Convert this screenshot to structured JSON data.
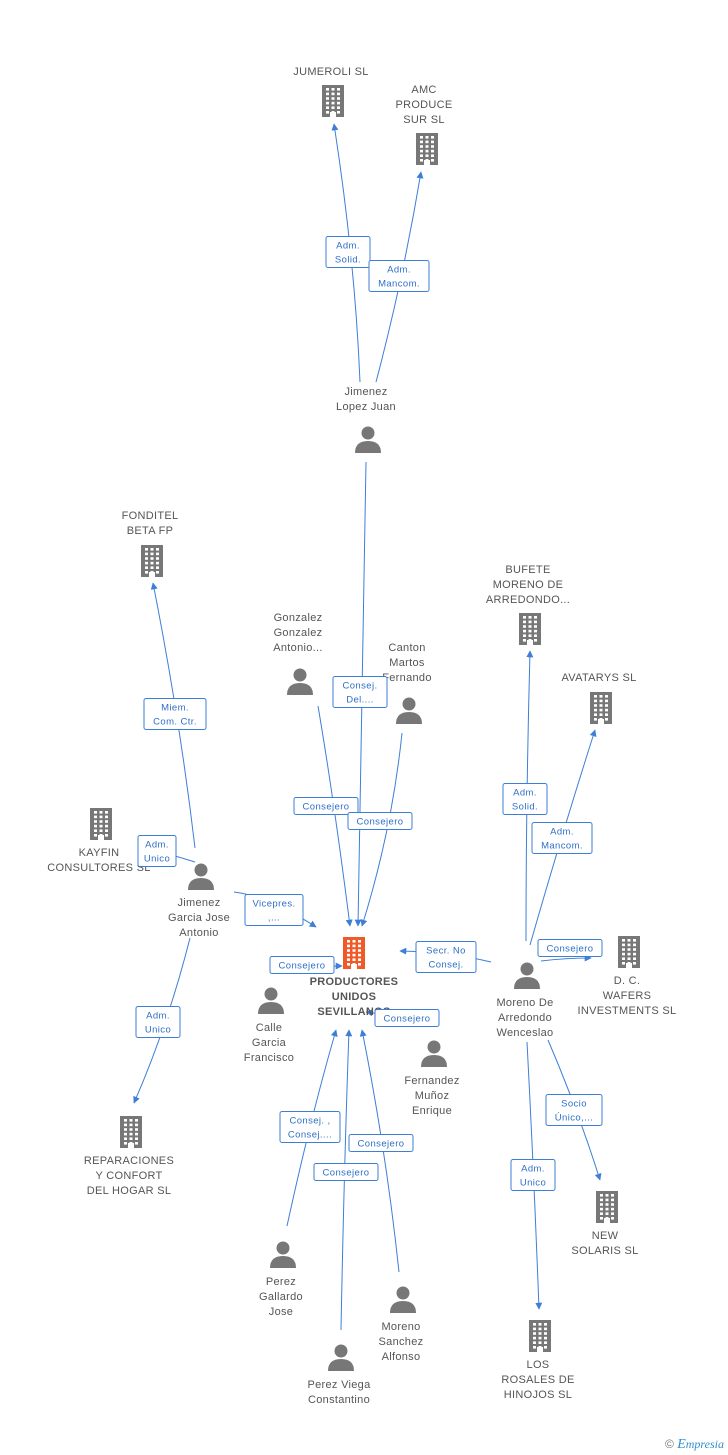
{
  "colors": {
    "edge": "#3d7fd6",
    "node": "#777777",
    "center": "#f05a28"
  },
  "nodes": [
    {
      "id": "jumeroli",
      "kind": "company",
      "lines": [
        "JUMEROLI SL"
      ]
    },
    {
      "id": "amc",
      "kind": "company",
      "lines": [
        "AMC",
        "PRODUCE",
        "SUR  SL"
      ]
    },
    {
      "id": "jimenez_lopez",
      "kind": "person",
      "lines": [
        "Jimenez",
        "Lopez Juan"
      ]
    },
    {
      "id": "fonditel",
      "kind": "company",
      "lines": [
        "FONDITEL",
        "BETA FP"
      ]
    },
    {
      "id": "bufete",
      "kind": "company",
      "lines": [
        "BUFETE",
        "MORENO DE",
        "ARREDONDO..."
      ]
    },
    {
      "id": "avatarys",
      "kind": "company",
      "lines": [
        "AVATARYS SL"
      ]
    },
    {
      "id": "gonzalez",
      "kind": "person",
      "lines": [
        "Gonzalez",
        "Gonzalez",
        "Antonio..."
      ]
    },
    {
      "id": "canton",
      "kind": "person",
      "lines": [
        "Canton",
        "Martos",
        "Fernando"
      ]
    },
    {
      "id": "kayfin",
      "kind": "company",
      "lines": [
        "KAYFIN",
        "CONSULTORES SL"
      ]
    },
    {
      "id": "jimenez_garcia",
      "kind": "person",
      "lines": [
        "Jimenez",
        "Garcia Jose",
        "Antonio"
      ]
    },
    {
      "id": "productores",
      "kind": "center",
      "lines": [
        "PRODUCTORES",
        "UNIDOS",
        "SEVILLANOS"
      ]
    },
    {
      "id": "moreno_arredondo",
      "kind": "person",
      "lines": [
        "Moreno De",
        "Arredondo",
        "Wenceslao"
      ]
    },
    {
      "id": "dc_wafers",
      "kind": "company",
      "lines": [
        "D. C.",
        "WAFERS",
        "INVESTMENTS SL"
      ]
    },
    {
      "id": "calle",
      "kind": "person",
      "lines": [
        "Calle",
        "Garcia",
        "Francisco"
      ]
    },
    {
      "id": "fernandez",
      "kind": "person",
      "lines": [
        "Fernandez",
        "Muñoz",
        "Enrique"
      ]
    },
    {
      "id": "reparaciones",
      "kind": "company",
      "lines": [
        "REPARACIONES",
        "Y CONFORT",
        "DEL HOGAR SL"
      ]
    },
    {
      "id": "new_solaris",
      "kind": "company",
      "lines": [
        "NEW",
        "SOLARIS SL"
      ]
    },
    {
      "id": "perez_gallardo",
      "kind": "person",
      "lines": [
        "Perez",
        "Gallardo",
        "Jose"
      ]
    },
    {
      "id": "moreno_sanchez",
      "kind": "person",
      "lines": [
        "Moreno",
        "Sanchez",
        "Alfonso"
      ]
    },
    {
      "id": "perez_viega",
      "kind": "person",
      "lines": [
        "Perez Viega",
        "Constantino"
      ]
    },
    {
      "id": "los_rosales",
      "kind": "company",
      "lines": [
        "LOS",
        "ROSALES DE",
        "HINOJOS SL"
      ]
    }
  ],
  "edges": [
    {
      "from": "jimenez_lopez",
      "to": "jumeroli",
      "lines": [
        "Adm.",
        "Solid."
      ]
    },
    {
      "from": "jimenez_lopez",
      "to": "amc",
      "lines": [
        "Adm.",
        "Mancom."
      ]
    },
    {
      "from": "jimenez_lopez",
      "to": "productores",
      "lines": [
        "Consej.",
        "Del...."
      ]
    },
    {
      "from": "jimenez_garcia",
      "to": "fonditel",
      "lines": [
        "Miem.",
        "Com. Ctr."
      ]
    },
    {
      "from": "jimenez_garcia",
      "to": "kayfin",
      "lines": [
        "Adm.",
        "Unico"
      ]
    },
    {
      "from": "jimenez_garcia",
      "to": "productores",
      "lines": [
        "Vicepres.",
        ",..."
      ]
    },
    {
      "from": "jimenez_garcia",
      "to": "reparaciones",
      "lines": [
        "Adm.",
        "Unico"
      ]
    },
    {
      "from": "gonzalez",
      "to": "productores",
      "lines": [
        "Consejero"
      ]
    },
    {
      "from": "canton",
      "to": "productores",
      "lines": [
        "Consejero"
      ]
    },
    {
      "from": "moreno_arredondo",
      "to": "bufete",
      "lines": [
        "Adm.",
        "Solid."
      ]
    },
    {
      "from": "moreno_arredondo",
      "to": "avatarys",
      "lines": [
        "Adm.",
        "Mancom."
      ]
    },
    {
      "from": "moreno_arredondo",
      "to": "productores",
      "lines": [
        "Secr.  No",
        "Consej."
      ]
    },
    {
      "from": "moreno_arredondo",
      "to": "dc_wafers",
      "lines": [
        "Consejero"
      ]
    },
    {
      "from": "moreno_arredondo",
      "to": "new_solaris",
      "lines": [
        "Socio",
        "Único,..."
      ]
    },
    {
      "from": "moreno_arredondo",
      "to": "los_rosales",
      "lines": [
        "Adm.",
        "Unico"
      ]
    },
    {
      "from": "calle",
      "to": "productores",
      "lines": [
        "Consejero"
      ]
    },
    {
      "from": "fernandez",
      "to": "productores",
      "lines": [
        "Consejero"
      ]
    },
    {
      "from": "perez_gallardo",
      "to": "productores",
      "lines": [
        "Consej. ,",
        "Consej...."
      ]
    },
    {
      "from": "perez_viega",
      "to": "productores",
      "lines": [
        "Consejero"
      ]
    },
    {
      "from": "moreno_sanchez",
      "to": "productores",
      "lines": [
        "Consejero"
      ]
    }
  ],
  "footer": {
    "copyright": "©",
    "brand_initial": "E",
    "brand_rest": "mpresia"
  }
}
